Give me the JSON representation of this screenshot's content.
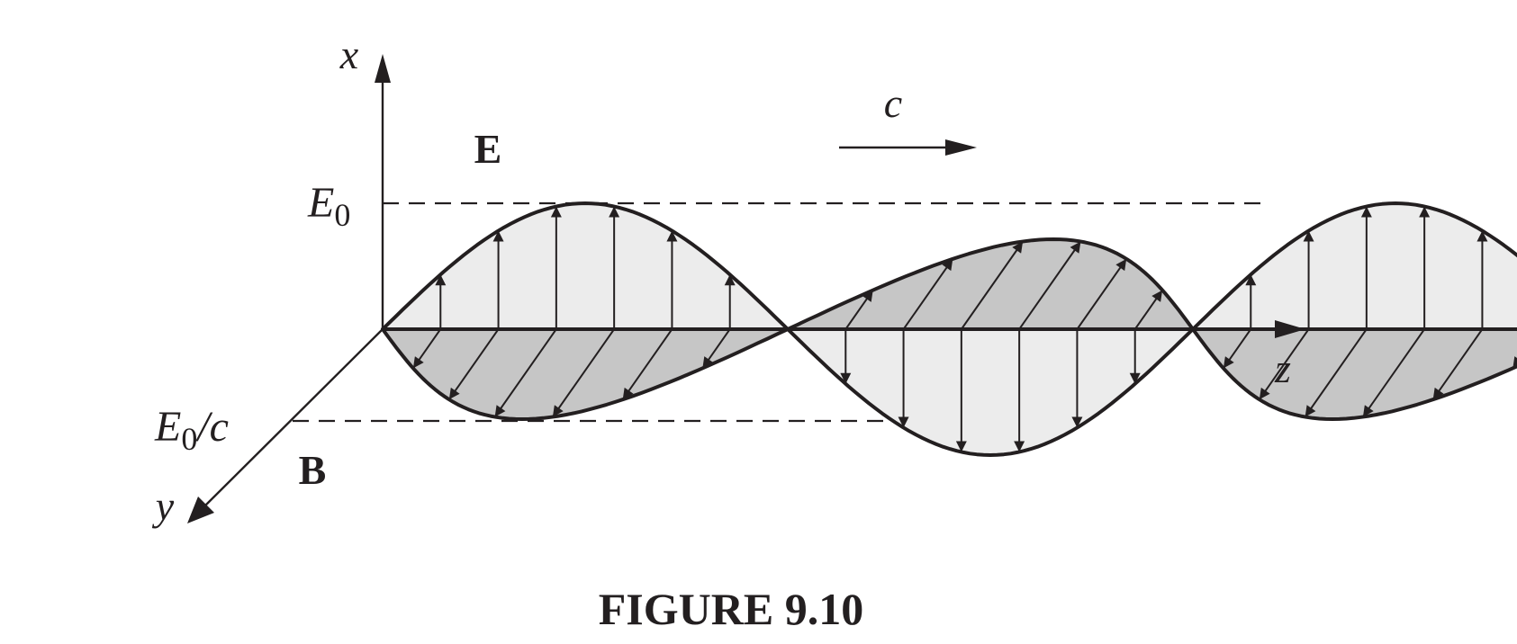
{
  "labels": {
    "x_axis": "x",
    "y_axis": "y",
    "z_axis": "z",
    "speed": "c",
    "e_field": "E",
    "b_field": "B",
    "e_amplitude": "E",
    "e_amplitude_sub": "0",
    "b_amplitude": "E",
    "b_amplitude_sub": "0",
    "b_amplitude_suffix": "/c"
  },
  "caption": "FIGURE 9.10",
  "colors": {
    "ink": "#231f20",
    "e_fill": "#ececec",
    "b_fill": "#c6c6c6"
  }
}
